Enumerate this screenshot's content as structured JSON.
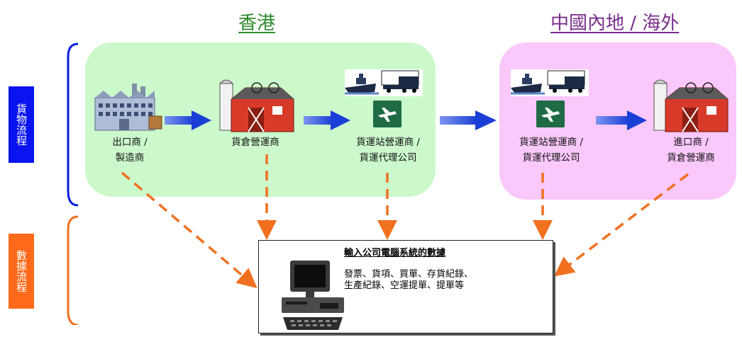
{
  "regions": {
    "hong_kong": "香港",
    "mainland_overseas": "中國內地 / 海外"
  },
  "side_labels": {
    "goods_flow": "貨物流程",
    "data_flow": "數據流程"
  },
  "nodes": {
    "exporter": {
      "line1": "出口商 /",
      "line2": "製造商"
    },
    "warehouse_hk": {
      "line1": "貨倉營運商"
    },
    "terminal_hk": {
      "line1": "貨運站營運商 /",
      "line2": "貨運代理公司"
    },
    "terminal_cn": {
      "line1": "貨運站營運商 /",
      "line2": "貨運代理公司"
    },
    "importer": {
      "line1": "進口商 /",
      "line2": "貨倉營運商"
    }
  },
  "data_box": {
    "title": "輸入公司電腦系統的數據",
    "body_line1": "發票、貨項、買單、存貨紀錄、",
    "body_line2": "生產紀錄、空運提單、提單等"
  },
  "colors": {
    "hk_panel": "#ccf9cc",
    "cn_panel": "#fac8fa",
    "goods_arrow": "#1a3fd6",
    "data_arrow": "#f07020",
    "goods_label_bg": "#0a14f0",
    "data_label_bg": "#ff6a1a"
  }
}
